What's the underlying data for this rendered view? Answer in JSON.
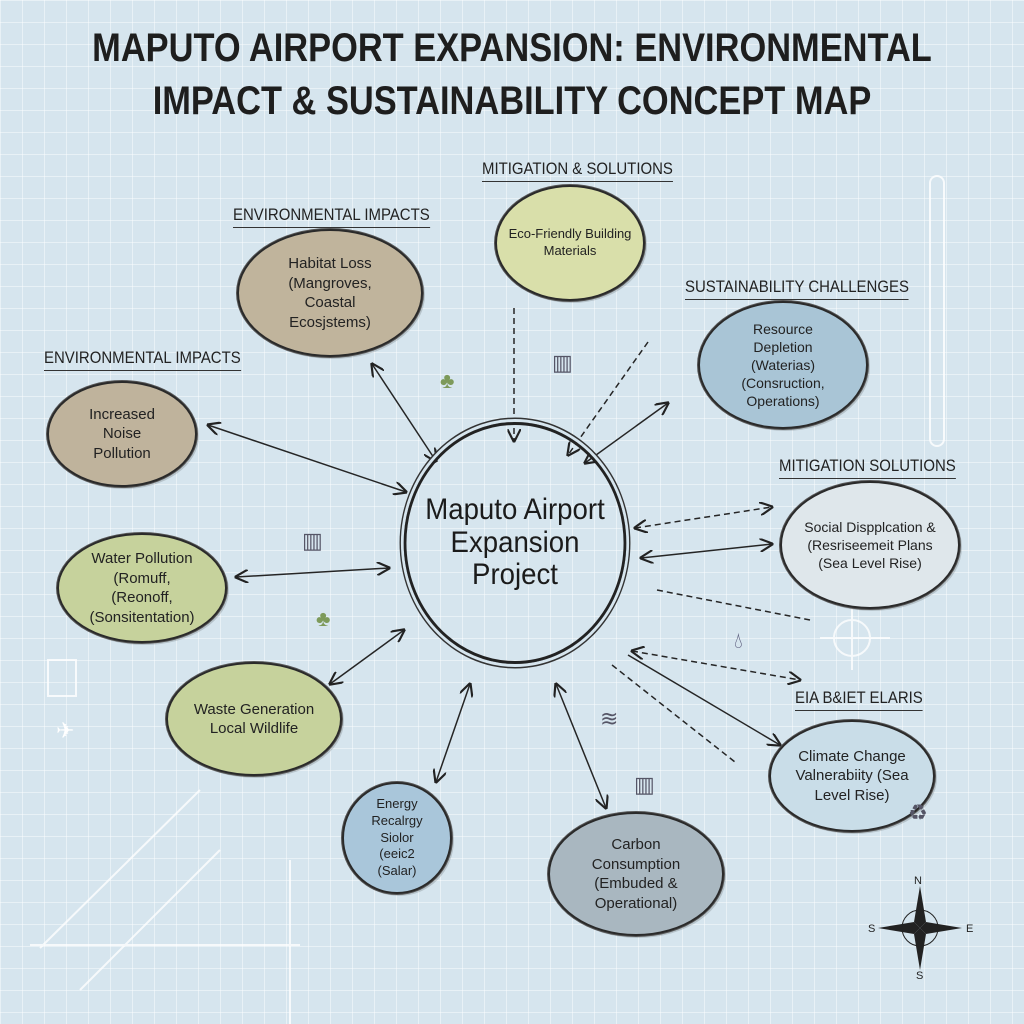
{
  "title": {
    "line1": "MAPUTO AIRPORT EXPANSION: ENVIRONMENTAL",
    "line2": "IMPACT & SUSTAINABILITY CONCEPT MAP"
  },
  "center": {
    "label": "Maputo Airport Expansion Project"
  },
  "headings": {
    "env_impacts_top": "ENVIRONMENTAL IMPACTS",
    "env_impacts_left": "ENVIRONMENTAL IMPACTS",
    "mitigation_and_solutions": "MITIGATION & SOLUTIONS",
    "sustainability_challenges": "SUSTAINABILITY CHALLENGES",
    "mitigation_solutions": "MITIGATION SOLUTIONS",
    "eia": "EIA B&IET ELARIS"
  },
  "nodes": {
    "habitat": "Habitat Loss (Mangroves, Coastal Ecosjstems)",
    "noise": "Increased Noise Pollution",
    "eco": "Eco-Friendly Building Materials",
    "resource": "Resource Depletion (Waterias) (Consruction, Operations)",
    "social": "Social Dispplcation & (Resriseemeit Plans (Sea Level Rise)",
    "climate": "Climate Change Valnerabiity (Sea Level Rise)",
    "carbon": "Carbon Consumption (Embuded & Operational)",
    "energy": "Energy Recalrgy Siolor (eeic2 (Salar)",
    "waste": "Waste Generation Local Wildlife",
    "water": "Water Pollution (Romuff, (Reonoff, (Sonsitentation)"
  },
  "compass": {
    "n": "N",
    "s": "S",
    "e": "E",
    "w": "S"
  },
  "colors": {
    "background": "#d6e5ee",
    "tan": "#c0b49c",
    "olive": "#c6d29c",
    "blue": "#a9c5d6",
    "grey": "#a9b7c0"
  }
}
